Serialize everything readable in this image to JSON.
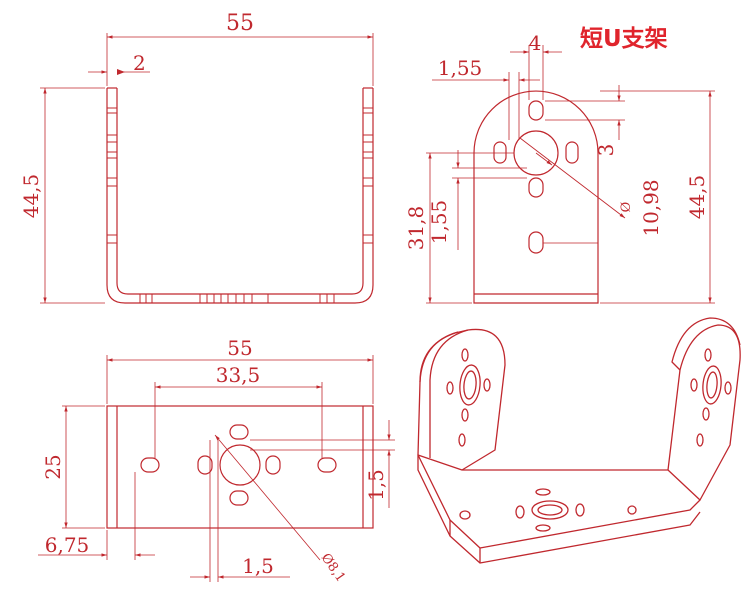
{
  "title": "短U支架",
  "colors": {
    "line": "#c0282e",
    "title": "#e0242c",
    "background": "#ffffff"
  },
  "front_view": {
    "dim_width": "55",
    "dim_thickness": "2",
    "dim_height": "44,5"
  },
  "side_view": {
    "dim_hole_width": "4",
    "dim_offset": "1,55",
    "dim_hole_height": "3",
    "dim_center_height": "31,8",
    "dim_offset_vertical": "1,55",
    "dim_hole_diameter": "10,98",
    "dim_diameter_symbol": "Ø",
    "dim_height": "44,5"
  },
  "top_view": {
    "dim_width": "55",
    "dim_slot_spacing": "33,5",
    "dim_depth": "25",
    "dim_edge": "6,75",
    "dim_offset_h": "1,5",
    "dim_offset_v": "1,5",
    "dim_hole_diameter": "Ø8,1"
  },
  "iso_view": {}
}
